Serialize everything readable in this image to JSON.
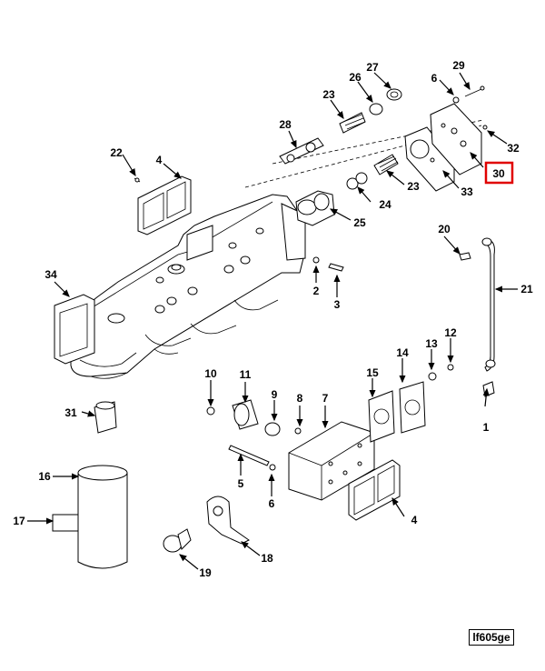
{
  "callouts": {
    "c1": "1",
    "c2": "2",
    "c3": "3",
    "c4a": "4",
    "c4b": "4",
    "c5": "5",
    "c6a": "6",
    "c6b": "6",
    "c7": "7",
    "c8": "8",
    "c9": "9",
    "c10": "10",
    "c11": "11",
    "c12": "12",
    "c13": "13",
    "c14": "14",
    "c15": "15",
    "c16": "16",
    "c17": "17",
    "c18": "18",
    "c19": "19",
    "c20": "20",
    "c21": "21",
    "c22": "22",
    "c23a": "23",
    "c23b": "23",
    "c24": "24",
    "c25": "25",
    "c26": "26",
    "c27": "27",
    "c28": "28",
    "c29": "29",
    "c30": "30",
    "c31": "31",
    "c32": "32",
    "c33": "33",
    "c34": "34"
  },
  "highlight": {
    "callout": "30",
    "color": "#e00000"
  },
  "figure_code": "lf605ge"
}
